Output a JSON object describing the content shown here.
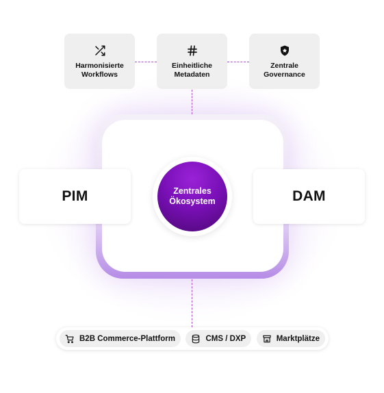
{
  "top_cards": [
    {
      "label": "Harmonisierte Workflows",
      "icon": "shuffle-icon"
    },
    {
      "label": "Einheitliche Metadaten",
      "icon": "hash-icon"
    },
    {
      "label": "Zentrale Governance",
      "icon": "shield-star-icon"
    }
  ],
  "left_block": {
    "label": "PIM"
  },
  "right_block": {
    "label": "DAM"
  },
  "center": {
    "label": "Zentrales Ökosystem"
  },
  "channels": [
    {
      "label": "B2B Commerce-Plattform",
      "icon": "cart-icon"
    },
    {
      "label": "CMS / DXP",
      "icon": "database-icon"
    },
    {
      "label": "Marktplätze",
      "icon": "store-icon"
    }
  ],
  "colors": {
    "accent": "#7a10b8",
    "connector": "#a24cc7",
    "card_bg": "#efefef"
  }
}
